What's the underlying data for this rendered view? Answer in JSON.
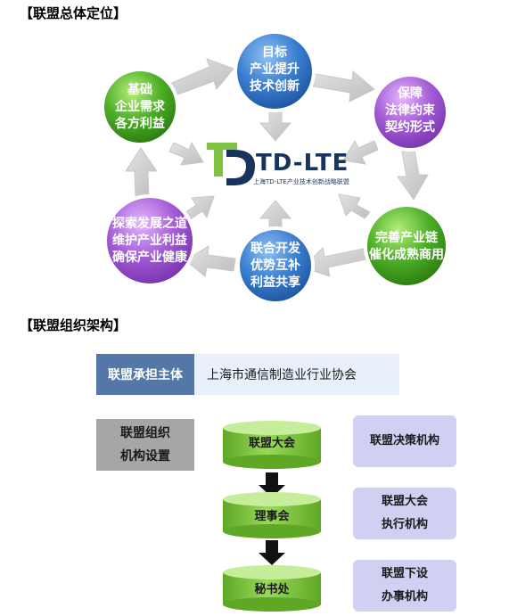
{
  "sections": {
    "positioning_title": "【联盟总体定位】",
    "structure_title": "【联盟组织架构】"
  },
  "cycle": {
    "center_logo": {
      "text": "TD-LTE",
      "subtitle": "上海TD-LTE产业技术创新战略联盟"
    },
    "nodes": [
      {
        "id": "goal",
        "color": "#3b7fd0",
        "lines": [
          "目标",
          "产业提升",
          "技术创新"
        ]
      },
      {
        "id": "guarantee",
        "color": "#a35bd6",
        "lines": [
          "保障",
          "法律约束",
          "契约形式"
        ]
      },
      {
        "id": "improve",
        "color": "#4cae26",
        "lines": [
          "完善产业链",
          "催化成熟商用"
        ]
      },
      {
        "id": "joint",
        "color": "#3b7fd0",
        "lines": [
          "联合开发",
          "优势互补",
          "利益共享"
        ]
      },
      {
        "id": "explore",
        "color": "#a35bd6",
        "lines": [
          "探索发展之道",
          "维护产业利益",
          "确保产业健康"
        ]
      },
      {
        "id": "basis",
        "color": "#4cae26",
        "lines": [
          "基础",
          "企业需求",
          "各方利益"
        ]
      }
    ]
  },
  "structure": {
    "host_label": "联盟承担主体",
    "host_value": "上海市通信制造业行业协会",
    "org_label_lines": [
      "联盟组织",
      "机构设置"
    ],
    "levels": [
      {
        "name": "联盟大会",
        "function_lines": [
          "联盟决策机构"
        ]
      },
      {
        "name": "理事会",
        "function_lines": [
          "联盟大会",
          "执行机构"
        ]
      },
      {
        "name": "秘书处",
        "function_lines": [
          "联盟下设",
          "办事机构"
        ]
      }
    ],
    "colors": {
      "host_label_bg": "#5577a8",
      "host_value_bg": "#e8f1fb",
      "org_label_bg": "#a6a6a6",
      "cylinder_green": "#7cc43a",
      "function_box_bg": "#d2d0f2"
    }
  }
}
